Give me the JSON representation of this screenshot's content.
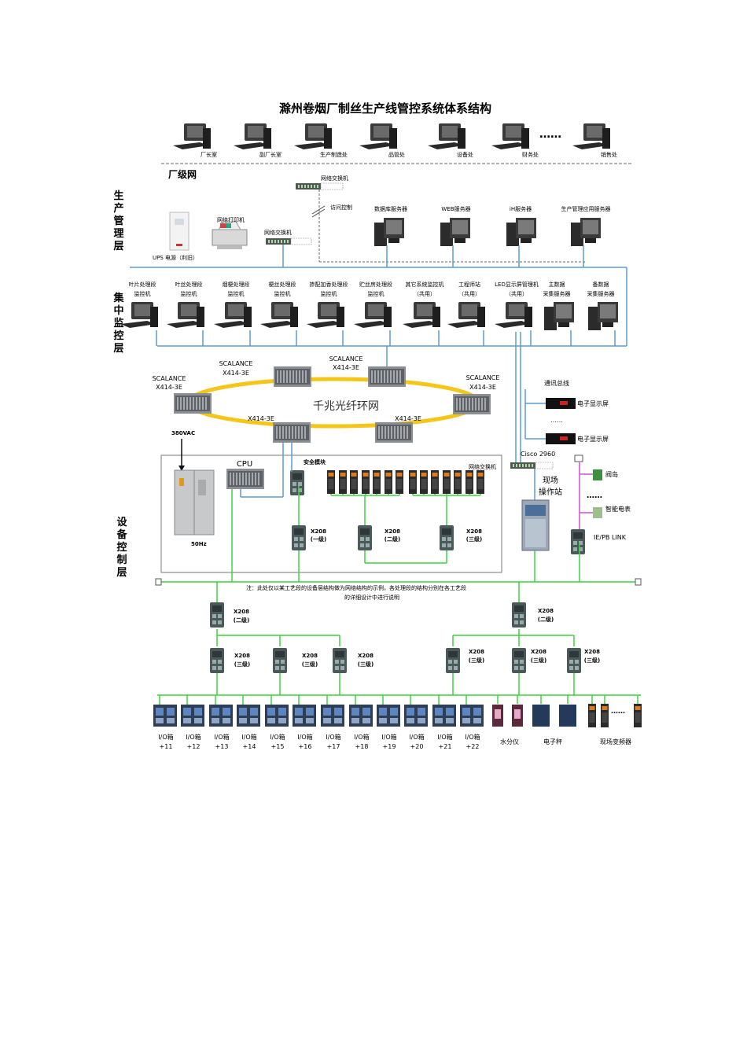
{
  "title": "滁州卷烟厂制丝生产线管控系统体系结构",
  "layers": {
    "production": "生产管理层",
    "monitoring": "集中监控层",
    "control": "设备控制层"
  },
  "factory_net": "厂级网",
  "top_workstations": [
    "厂长室",
    "副厂长室",
    "生产制造处",
    "品管处",
    "设备处",
    "财务处",
    "销售处"
  ],
  "ellipsis": "……",
  "net_switch_top": "网络交换机",
  "access_control": "访问控制",
  "net_printer": "网络打印机",
  "net_switch_mid": "网络交换机",
  "ups": "UPS 电源（利旧）",
  "servers": [
    "数据库服务器",
    "WEB服务器",
    "iH服务器",
    "生产管理应用服务器"
  ],
  "monitor_stations": [
    [
      "叶片处理段",
      "监控机"
    ],
    [
      "叶丝处理段",
      "监控机"
    ],
    [
      "烟梗处理段",
      "监控机"
    ],
    [
      "梗丝处理段",
      "监控机"
    ],
    [
      "掺配加香处理段",
      "监控机"
    ],
    [
      "贮丝房处理段",
      "监控机"
    ],
    [
      "其它系统监控机",
      "（共用）"
    ],
    [
      "工程师站",
      "（共用）"
    ],
    [
      "LED显示屏管理机",
      "（共用）"
    ],
    [
      "主数据",
      "采集服务器"
    ],
    [
      "备数据",
      "采集服务器"
    ]
  ],
  "ring": {
    "label": "千兆光纤环网",
    "scalance": "SCALANCE",
    "x414": "X414-3E"
  },
  "comm_bus": "通讯总线",
  "led_display": "电子显示屏",
  "dots6": "……",
  "cisco": "Cisco 2960",
  "field_station": [
    "现场",
    "操作站"
  ],
  "valve_island": "阀岛",
  "smart_meter": "智能电表",
  "iepb": "IE/PB LINK",
  "v380": "380VAC",
  "hz50": "50Hz",
  "cpu": "CPU",
  "safety_module": "安全模块",
  "net_switch_ctrl": "网络交换机",
  "x208": "X208",
  "levels": {
    "l1": "(一级)",
    "l2": "(二级)",
    "l3": "(三级)"
  },
  "note": [
    "注：此处仅以某工艺段的设备层结构做为网络结构的示例，各处理段的结构分别在各工艺段",
    "的详细设计中进行说明"
  ],
  "io_boxes": [
    "+11",
    "+12",
    "+13",
    "+14",
    "+15",
    "+16",
    "+17",
    "+18",
    "+19",
    "+20",
    "+21",
    "+22"
  ],
  "io_label": "I/O箱",
  "moisture_meter": "水分仪",
  "scale": "电子秤",
  "field_vfd": "现场变频器",
  "colors": {
    "blue_net": "#5b9bd5",
    "green_net": "#3dd23d",
    "ring": "#f5c518",
    "magenta": "#d34fd3",
    "dark_device": "#2e2e2e"
  }
}
